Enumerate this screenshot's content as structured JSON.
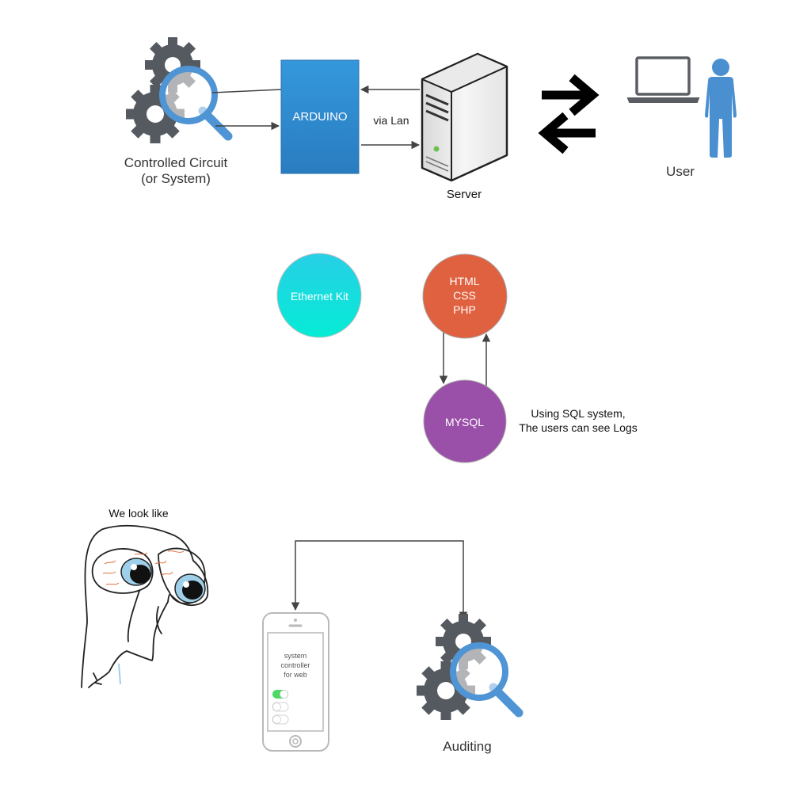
{
  "diagram": {
    "controlled_circuit_label": "Controlled Circuit",
    "controlled_circuit_sublabel": "(or System)",
    "arduino_label": "ARDUINO",
    "via_lan_label": "via Lan",
    "server_label": "Server",
    "user_label": "User",
    "ethernet_kit_label": "Ethernet Kit",
    "web_stack_lines": [
      "HTML",
      "CSS",
      "PHP"
    ],
    "mysql_label": "MYSQL",
    "sql_note_lines": [
      "Using SQL system,",
      "The users can see Logs"
    ],
    "we_look_like_label": "We look like",
    "phone_screen_lines": [
      "system",
      "controller",
      "for web"
    ],
    "auditing_label": "Auditing"
  },
  "colors": {
    "arduino_blue": "#2f86c9",
    "ethernet_cyan": "#12dede",
    "web_orange": "#e0613f",
    "mysql_purple": "#9a4fa8",
    "gear_gray": "#555a61",
    "magnifier_blue": "#4f94d4",
    "user_blue": "#4a90d0",
    "toggle_green": "#4cd964"
  },
  "icons": {
    "circuit_icon": "gears-magnifier-icon",
    "server_icon": "server-tower-icon",
    "exchange_icon": "bidirectional-arrows-icon",
    "laptop_icon": "laptop-icon",
    "user_icon": "person-icon",
    "meme_icon": "meme-face-drawing",
    "phone_icon": "smartphone-icon",
    "auditing_icon": "gears-magnifier-icon"
  }
}
